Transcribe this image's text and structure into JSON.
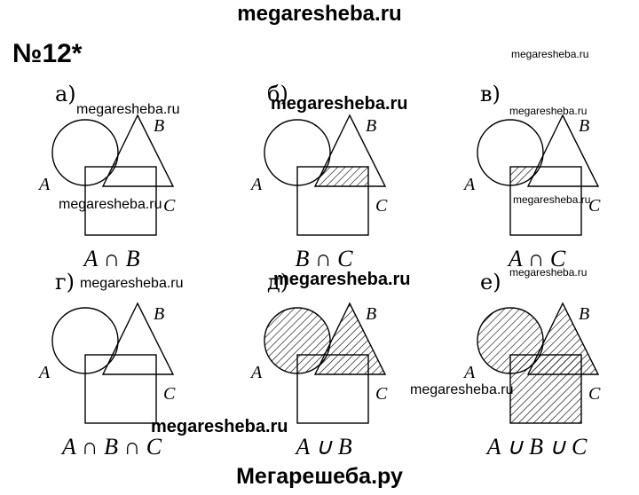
{
  "header": {
    "site": "megaresheba.ru"
  },
  "footer": {
    "site": "Мегарешеба.ру"
  },
  "problem_number": "№12*",
  "labels": {
    "A": "A",
    "B": "B",
    "C": "C"
  },
  "panels": [
    {
      "id": "a",
      "label": "а)",
      "caption": "A ∩ B",
      "shaded": "A∩B"
    },
    {
      "id": "b",
      "label": "б)",
      "caption": "B ∩ C",
      "shaded": "B∩C"
    },
    {
      "id": "c",
      "label": "в)",
      "caption": "A ∩ C",
      "shaded": "A∩C"
    },
    {
      "id": "d",
      "label": "г)",
      "caption": "A ∩ B ∩ C",
      "shaded": "A∩B∩C"
    },
    {
      "id": "e",
      "label": "д)",
      "caption": "A ∪ B",
      "shaded": "A∪B"
    },
    {
      "id": "f",
      "label": "е)",
      "caption": "A ∪ B ∪ C",
      "shaded": "A∪B∪C"
    }
  ],
  "watermarks": [
    "megaresheba.ru",
    "megaresheba.ru",
    "megaresheba.ru",
    "megaresheba.ru",
    "megaresheba.ru",
    "megaresheba.ru",
    "megaresheba.ru",
    "megaresheba.ru",
    "megaresheba.ru",
    "megaresheba.ru",
    "megaresheba.ru"
  ]
}
